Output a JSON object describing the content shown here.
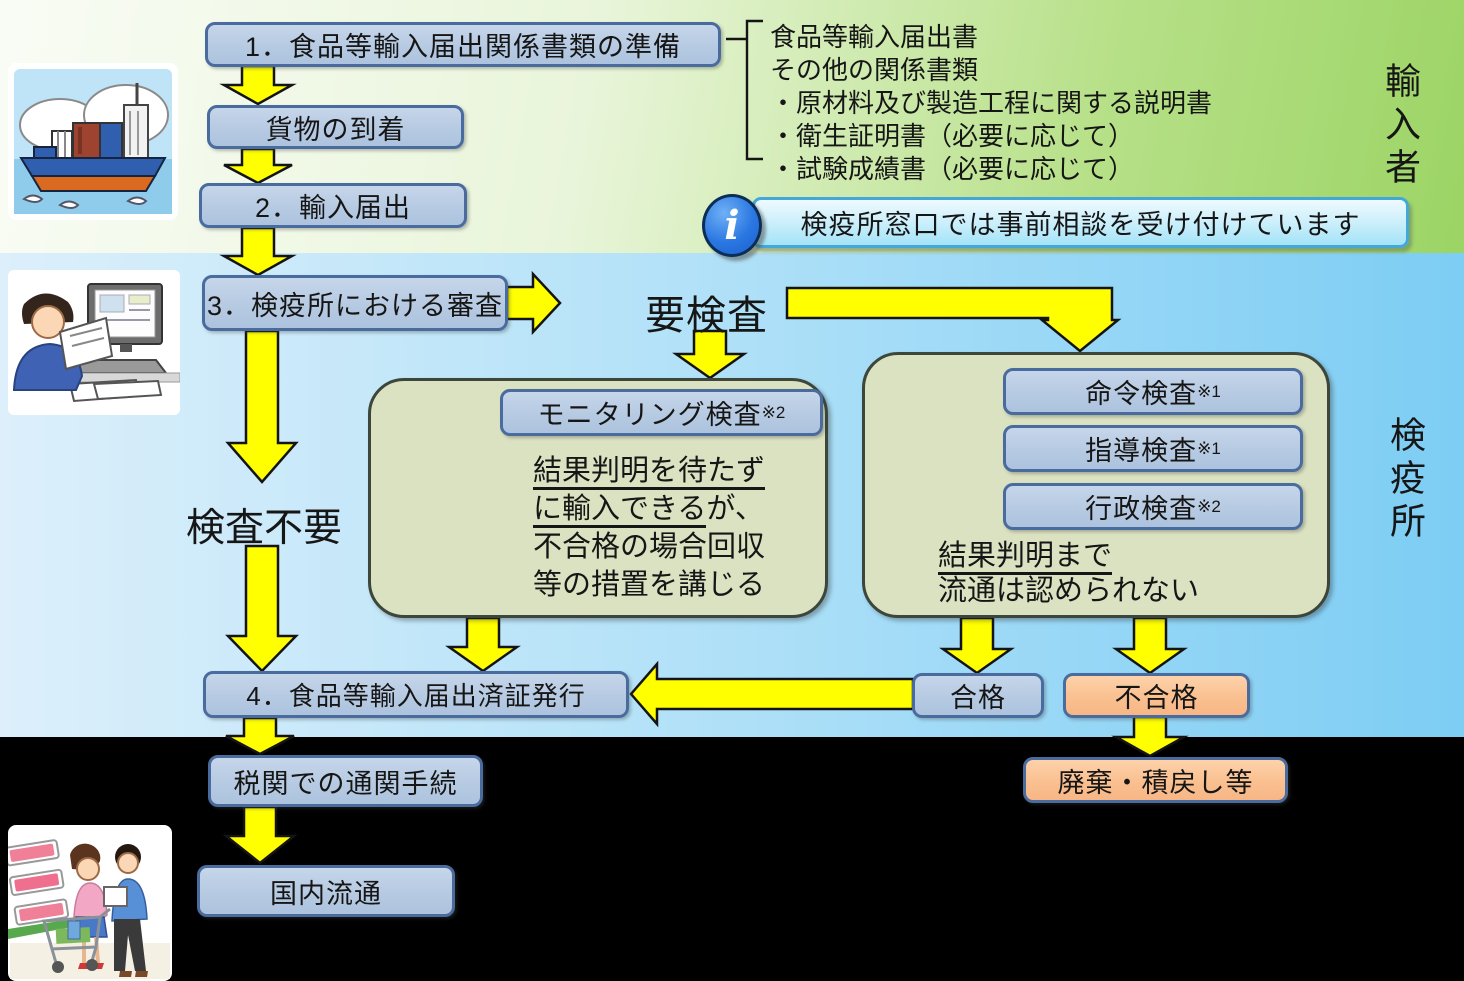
{
  "lanes": {
    "importer": "輸入者",
    "quarantine_station": "検疫所"
  },
  "steps": {
    "step1": "1．食品等輸入届出関係書類の準備",
    "cargo_arrival": "貨物の到着",
    "step2": "2．輸入届出",
    "step3": "3．検疫所における審査",
    "step4": "4．食品等輸入届出済証発行",
    "customs_clearance": "税関での通関手続",
    "domestic_distribution": "国内流通"
  },
  "decisions": {
    "inspection_required": "要検査",
    "inspection_not_required": "検査不要",
    "pass": "合格",
    "fail": "不合格",
    "disposal_return": "廃棄・積戻し等"
  },
  "documents": {
    "line1": "食品等輸入届出書",
    "line2": "その他の関係書類",
    "line3": "・原材料及び製造工程に関する説明書",
    "line4": "・衛生証明書（必要に応じて）",
    "line5": "・試験成績書（必要に応じて）"
  },
  "info_banner": {
    "icon_glyph": "i",
    "text": "検疫所窓口では事前相談を受け付けています"
  },
  "monitoring_group": {
    "box_label": "モニタリング検査",
    "box_note": "※2",
    "text_underline1": "結果判明を待たず",
    "text_underline2": "に輸入できる",
    "text_rest2": "が、",
    "text_line3": "不合格の場合回収",
    "text_line4": "等の措置を講じる"
  },
  "mandatory_group": {
    "boxes": [
      {
        "label": "命令検査",
        "note": "※1"
      },
      {
        "label": "指導検査",
        "note": "※1"
      },
      {
        "label": "行政検査",
        "note": "※2"
      }
    ],
    "text_underline1": "結果判明まで",
    "text_line2": "流通は認められない"
  },
  "colors": {
    "lane_importer_green": "#9cd465",
    "lane_quarantine_blue": "#7dcdf4",
    "bottom_black": "#000000",
    "box_blue_fill": "#b8cce4",
    "box_border_blue": "#4a6b9d",
    "box_orange_fill": "#fac090",
    "group_fill": "#dbe2c1",
    "group_border": "#3c463a",
    "arrow_yellow": "#ffff00",
    "info_fill": "#b9e9fa",
    "info_border": "#43a8d8",
    "info_icon_blue": "#2a77e2"
  }
}
